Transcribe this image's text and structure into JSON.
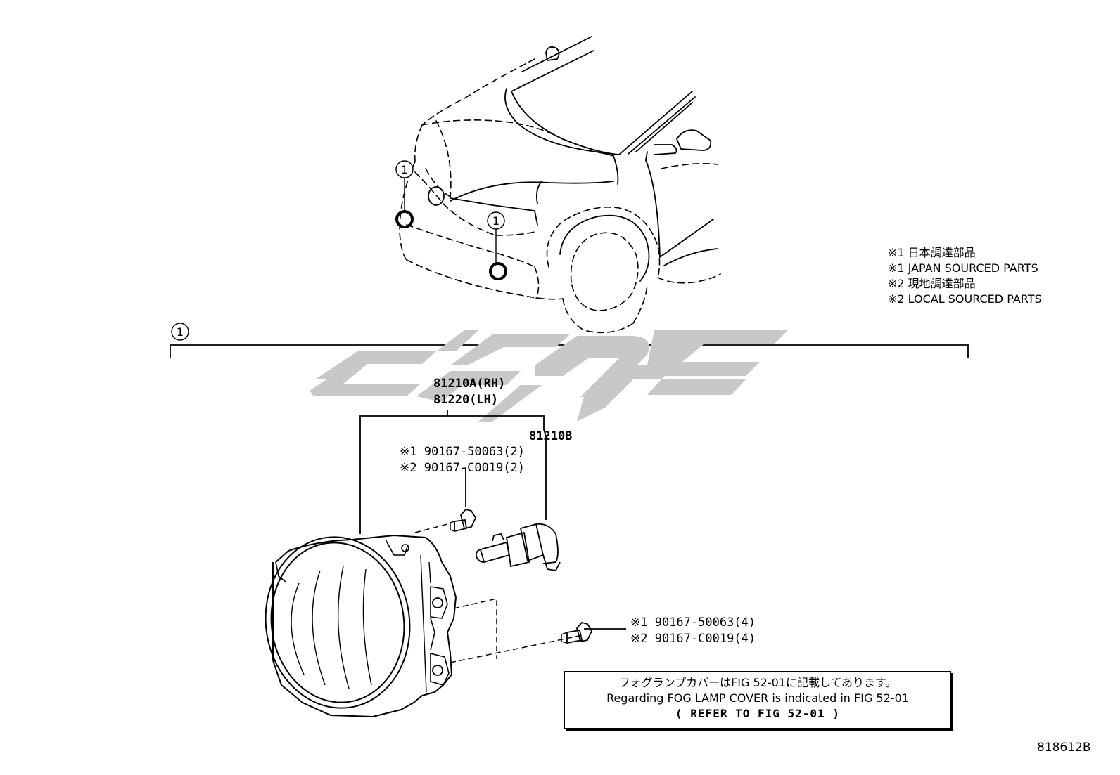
{
  "callouts": {
    "group_number": "1"
  },
  "legend": {
    "line1": "※1 日本調達部品",
    "line2": "※1 JAPAN SOURCED PARTS",
    "line3": "※2 現地調達部品",
    "line4": "※2 LOCAL SOURCED PARTS"
  },
  "parts": {
    "lamp_rh": "81210A(RH)",
    "lamp_lh": "81220(LH)",
    "bulb": "81210B",
    "upper_screw_1": "※1 90167-50063(2)",
    "upper_screw_2": "※2 90167-C0019(2)",
    "lower_screw_1": "※1 90167-50063(4)",
    "lower_screw_2": "※2 90167-C0019(4)"
  },
  "note": {
    "line_jp": "フォグランプカバーはFIG 52-01に記載してあります。",
    "line_en": "Regarding FOG LAMP COVER is indicated in FIG 52-01",
    "line_ref": "(  REFER TO FIG 52-01  )"
  },
  "figure_id": "818612B",
  "colors": {
    "ink": "#000000",
    "watermark": "#c8c8c8",
    "background": "#ffffff"
  }
}
